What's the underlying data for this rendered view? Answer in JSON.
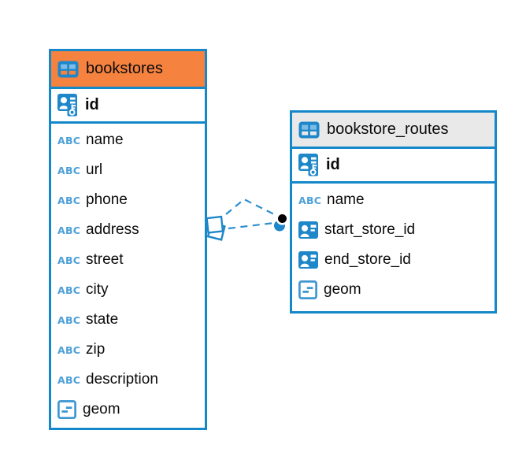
{
  "diagram": {
    "colors": {
      "table_border_blue": "#1588C9",
      "icon_blue": "#1E87C9",
      "icon_light_blue": "#4DA0D8",
      "bookstores_header_orange": "#F6823F",
      "routes_header_gray": "#E9E9E9",
      "relationship_line_blue": "#2E8FD0",
      "text_black": "#0B0B0B",
      "background": "#FFFFFF"
    },
    "icons": {
      "text_type_label": "ABC"
    },
    "tables": [
      {
        "title": "bookstores",
        "header_style": "orange",
        "primary_key": {
          "name": "id",
          "icon": "person-key-icon"
        },
        "columns": [
          {
            "name": "name",
            "icon": "text-type-icon"
          },
          {
            "name": "url",
            "icon": "text-type-icon"
          },
          {
            "name": "phone",
            "icon": "text-type-icon"
          },
          {
            "name": "address",
            "icon": "text-type-icon"
          },
          {
            "name": "street",
            "icon": "text-type-icon"
          },
          {
            "name": "city",
            "icon": "text-type-icon"
          },
          {
            "name": "state",
            "icon": "text-type-icon"
          },
          {
            "name": "zip",
            "icon": "text-type-icon"
          },
          {
            "name": "description",
            "icon": "text-type-icon"
          },
          {
            "name": "geom",
            "icon": "geometry-type-icon"
          }
        ]
      },
      {
        "title": "bookstore_routes",
        "header_style": "gray",
        "primary_key": {
          "name": "id",
          "icon": "person-key-icon"
        },
        "columns": [
          {
            "name": "name",
            "icon": "text-type-icon"
          },
          {
            "name": "start_store_id",
            "icon": "person-card-icon"
          },
          {
            "name": "end_store_id",
            "icon": "person-card-icon"
          },
          {
            "name": "geom",
            "icon": "geometry-type-icon"
          }
        ]
      }
    ],
    "relationship": {
      "from_table": "bookstores",
      "to_table": "bookstore_routes",
      "line_style": "dashed",
      "line_count": 2,
      "source_marker": "overlapping-squares",
      "target_marker": "dot"
    }
  }
}
